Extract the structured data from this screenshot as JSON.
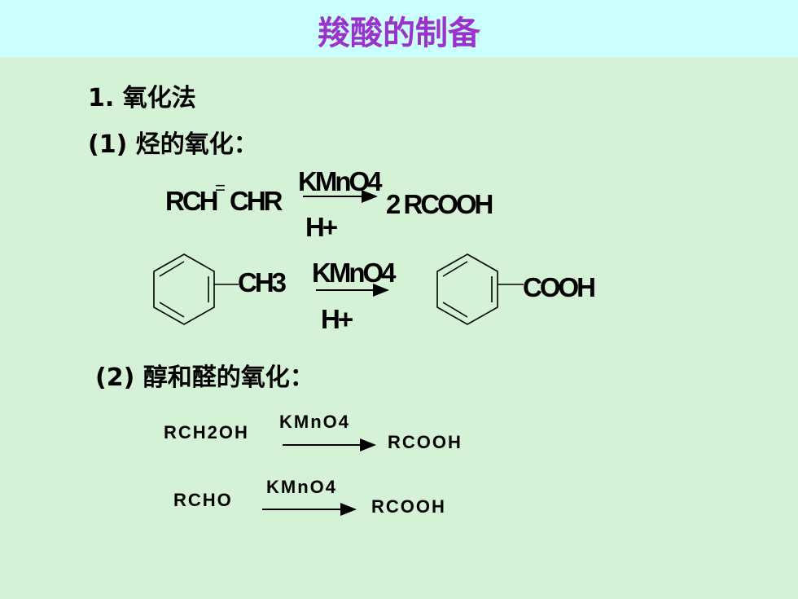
{
  "title": "羧酸的制备",
  "section1": {
    "heading": "1. 氧化法",
    "sub1": {
      "heading": "(1) 烃的氧化：",
      "reaction1": {
        "reactant_left": "RCH",
        "bond": "=",
        "reactant_right": "CHR",
        "reagent_top": "KMnO4",
        "reagent_bottom": "H+",
        "product": "2 RCOOH"
      },
      "reaction2": {
        "reactant_substituent": "CH3",
        "reagent_top": "KMnO4",
        "reagent_bottom": "H+",
        "product_substituent": "COOH"
      }
    },
    "sub2": {
      "heading": "(2) 醇和醛的氧化：",
      "reaction1": {
        "reactant": "RCH2OH",
        "reagent": "KMnO4",
        "product": "RCOOH"
      },
      "reaction2": {
        "reactant": "RCHO",
        "reagent": "KMnO4",
        "product": "RCOOH"
      }
    }
  },
  "colors": {
    "background": "#d6f2d6",
    "title_bar": "#ccffff",
    "title_text": "#9933cc"
  }
}
